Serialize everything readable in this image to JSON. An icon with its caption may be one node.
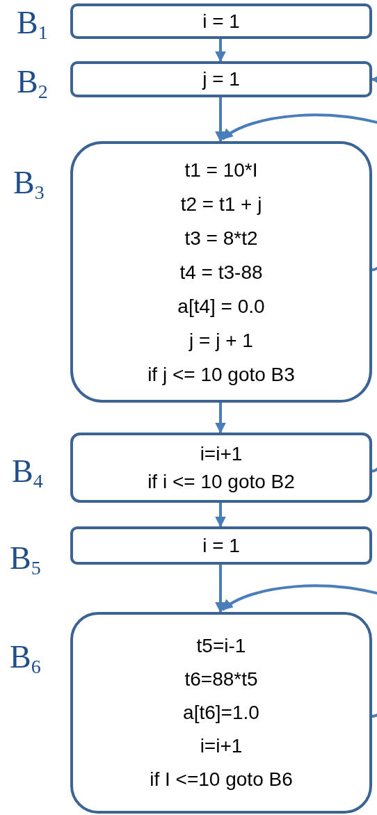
{
  "diagram": {
    "nodes": [
      {
        "text": [
          "i = 1"
        ],
        "beside": [
          "B$_{1}$"
        ]
      },
      {
        "text": [
          "j = 1"
        ],
        "beside": [
          "B$_{2}$"
        ]
      },
      {
        "text": [
          "t1 = 10*I",
          "t2 = t1 + j",
          "t3 = 8*t2",
          "t4 = t3-88",
          "a[t4] = 0.0",
          "j = j + 1",
          "if j <= 10 goto B3"
        ],
        "beside": [
          "B$_{3}$"
        ]
      },
      {
        "text": [
          "i=i+1",
          "if i <= 10 goto B2"
        ],
        "beside": [
          "B$_{4}$"
        ]
      },
      {
        "text": [
          "i = 1"
        ],
        "beside": [
          "B$_{5}$"
        ]
      },
      {
        "text": [
          "t5=i-1",
          "t6=88*t5",
          "a[t6]=1.0",
          "i=i+1",
          "if I <=10 goto B6"
        ],
        "beside": [
          "B$_{6}$"
        ]
      }
    ],
    "edges": [
      {
        "from": 0,
        "to": 1,
        "arrow": "to"
      },
      {
        "from": 1,
        "to": 2,
        "arrow": "to"
      },
      {
        "from": 2,
        "to": 2,
        "arrow": "to"
      },
      {
        "from": 2,
        "to": 3,
        "arrow": "to"
      },
      {
        "from": 3,
        "to": 1,
        "arrow": "to"
      },
      {
        "from": 3,
        "to": 4,
        "arrow": "to"
      },
      {
        "from": 4,
        "to": 5,
        "arrow": "to"
      },
      {
        "from": 5,
        "to": 5,
        "arrow": "to"
      }
    ]
  }
}
